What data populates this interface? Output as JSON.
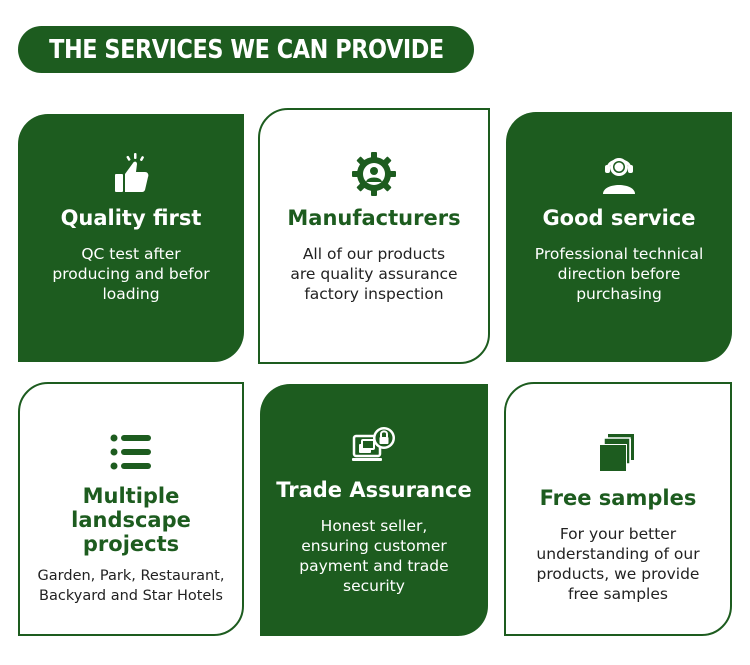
{
  "header": {
    "title": "THE SERVICES WE CAN PROVIDE"
  },
  "colors": {
    "brand_green": "#1d5c1f",
    "text_dark": "#222222",
    "white": "#ffffff"
  },
  "services": [
    {
      "icon": "thumbs-up-icon",
      "title": "Quality first",
      "lines": [
        "QC test after",
        "producing and befor",
        "loading"
      ]
    },
    {
      "icon": "gear-user-icon",
      "title": "Manufacturers",
      "lines": [
        "All of our products",
        "are quality assurance",
        "factory inspection"
      ]
    },
    {
      "icon": "headset-user-icon",
      "title": "Good service",
      "lines": [
        "Professional technical",
        "direction before",
        "purchasing"
      ]
    },
    {
      "icon": "list-icon",
      "title_lines": [
        "Multiple landscape",
        "projects"
      ],
      "lines": [
        "Garden, Park, Restaurant,",
        "Backyard and Star Hotels"
      ]
    },
    {
      "icon": "secure-payment-icon",
      "title": "Trade Assurance",
      "lines": [
        "Honest seller,",
        "ensuring customer",
        "payment and trade",
        "security"
      ]
    },
    {
      "icon": "samples-stack-icon",
      "title": "Free samples",
      "lines": [
        "For your better",
        "understanding of our",
        "products, we provide",
        "free samples"
      ]
    }
  ]
}
